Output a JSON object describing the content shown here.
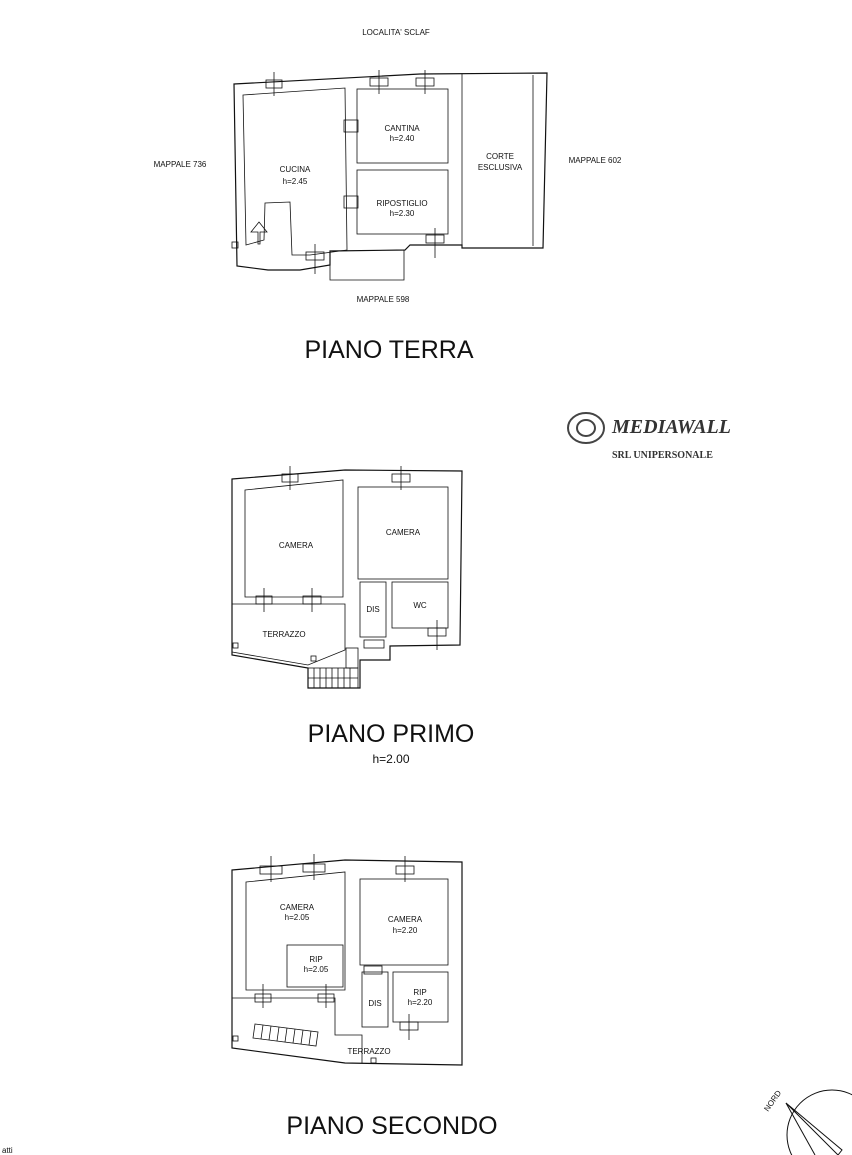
{
  "ground_floor": {
    "title": "PIANO TERRA",
    "label_north": "LOCALITA' SCLAF",
    "label_west": "MAPPALE 736",
    "label_east": "MAPPALE 602",
    "label_south": "MAPPALE 598",
    "rooms": [
      {
        "name": "CUCINA",
        "height": "h=2.45"
      },
      {
        "name": "CANTINA",
        "height": "h=2.40"
      },
      {
        "name": "RIPOSTIGLIO",
        "height": "h=2.30"
      },
      {
        "name": "CORTE",
        "height": "ESCLUSIVA"
      }
    ]
  },
  "first_floor": {
    "title": "PIANO PRIMO",
    "subtitle": "h=2.00",
    "rooms": [
      "CAMERA",
      "CAMERA",
      "DIS",
      "WC",
      "TERRAZZO"
    ]
  },
  "second_floor": {
    "title": "PIANO SECONDO",
    "rooms": [
      {
        "name": "CAMERA",
        "height": "h=2.05"
      },
      {
        "name": "CAMERA",
        "height": "h=2.20"
      },
      {
        "name": "RIP",
        "height": "h=2.05"
      },
      {
        "name": "DIS",
        "height": ""
      },
      {
        "name": "RIP",
        "height": "h=2.20"
      },
      {
        "name": "TERRAZZO",
        "height": ""
      }
    ]
  },
  "stamp": {
    "line1": "MEDIAWALL",
    "line2": "SRL UNIPERSONALE"
  },
  "compass": {
    "label": "NORD"
  },
  "corner_fragment": "atti"
}
